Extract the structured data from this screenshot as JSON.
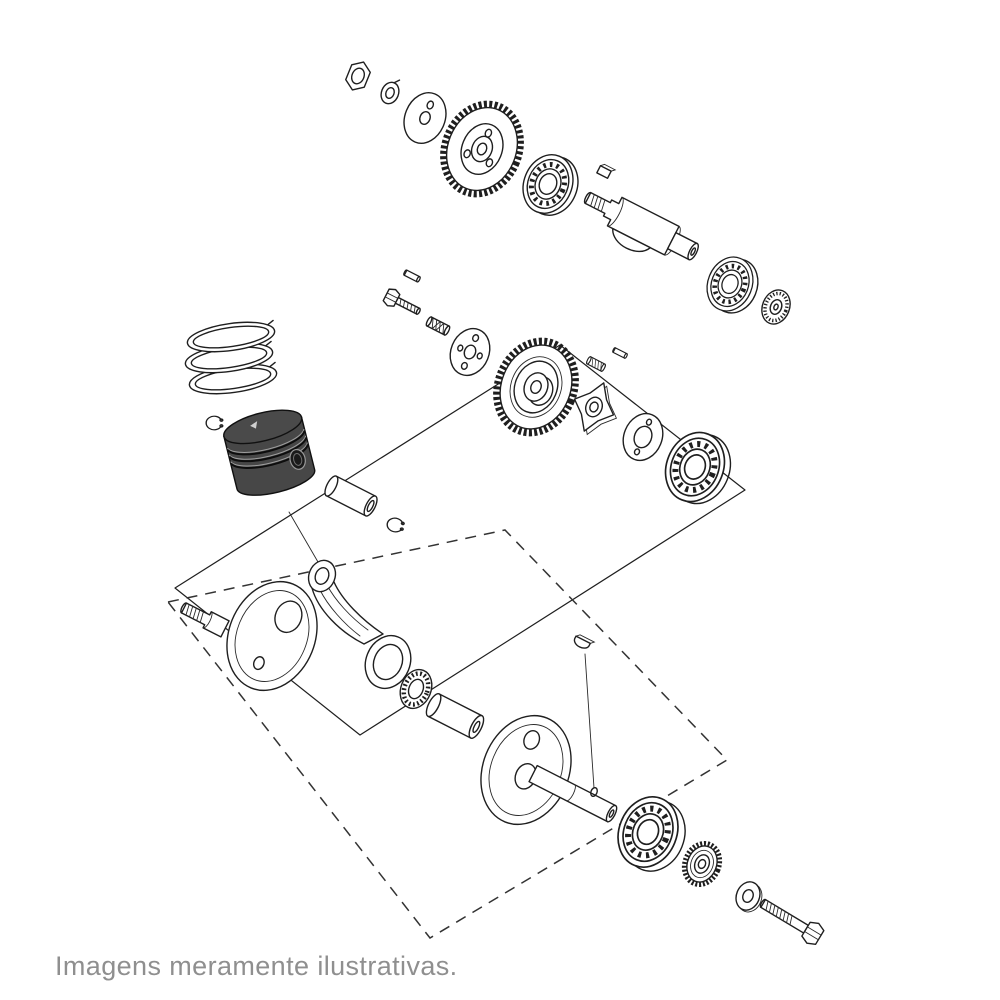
{
  "caption": "Imagens meramente ilustrativas.",
  "colors": {
    "line": "#1f1f1f",
    "piston": "#474747",
    "piston_crown": "#4a4a4a",
    "caption_text": "#8f8f8f",
    "background": "#ffffff"
  },
  "diagram": {
    "type": "exploded-parts-illustration",
    "subject": "engine crankshaft, balancer and piston assembly",
    "part_icons": [
      "hex-nut",
      "lock-washer",
      "thrust-washer",
      "balancer-drive-gear",
      "ball-bearing",
      "square-key",
      "balancer-shaft",
      "ball-bearing",
      "oil-seal-bearing",
      "piston-ring",
      "piston-ring",
      "piston-ring",
      "circlip",
      "piston",
      "piston-pin",
      "circlip",
      "dowel-pin",
      "bolt",
      "spring",
      "retainer-plate",
      "primary-drive-gear",
      "spring",
      "dowel-pin",
      "ratchet-pawl",
      "lock-plate-washer",
      "ball-bearing",
      "crankshaft-left-stub",
      "left-crank-web",
      "connecting-rod",
      "needle-bearing",
      "crank-pin",
      "right-crank-web",
      "woodruff-key",
      "main-ball-bearing",
      "timing-sprocket",
      "flat-washer",
      "hex-bolt"
    ]
  }
}
